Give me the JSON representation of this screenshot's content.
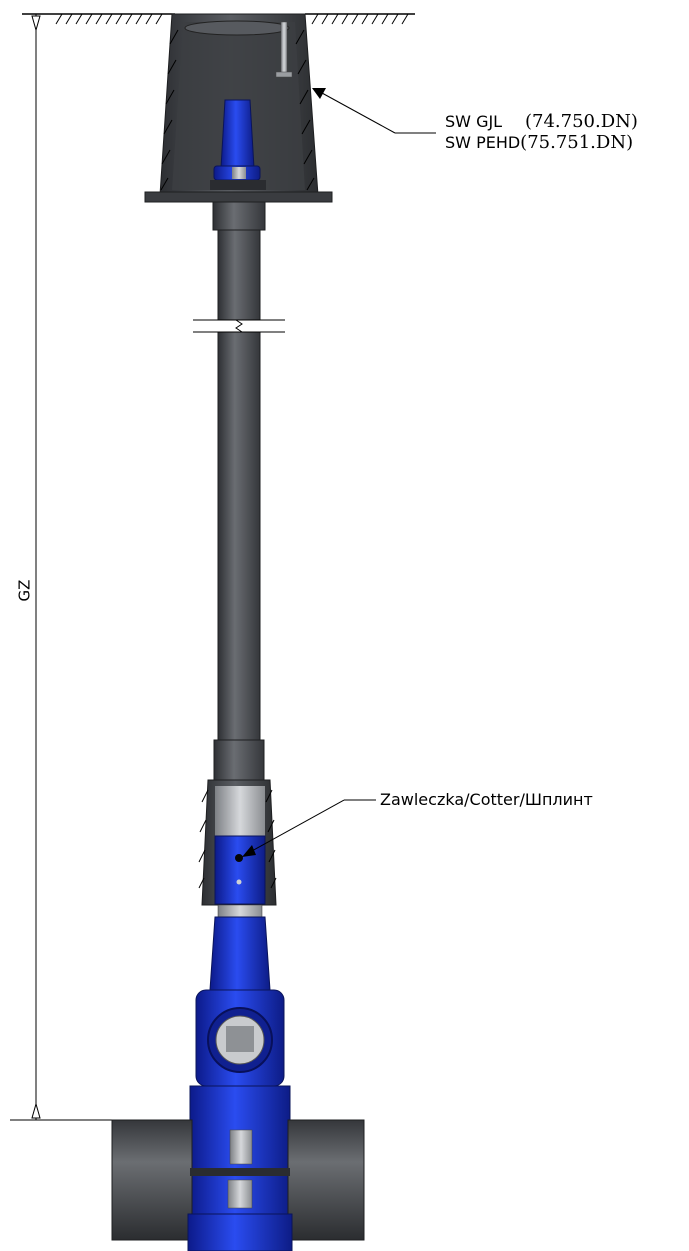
{
  "labels": {
    "box_gjl_name": "SW GJL",
    "box_gjl_code": "(74.750.DN)",
    "box_pehd_name": "SW PEHD",
    "box_pehd_code": "(75.751.DN)",
    "cotter_pin": "Zawleczka/Cotter/Шплинт",
    "depth": "GZ"
  },
  "colors": {
    "box": "#4a4d52",
    "box_dark": "#2e3033",
    "pipe": "#55585c",
    "valve_blue": "#1f3fd6",
    "valve_dark": "#0f1f7a",
    "hatch": "#000000"
  }
}
